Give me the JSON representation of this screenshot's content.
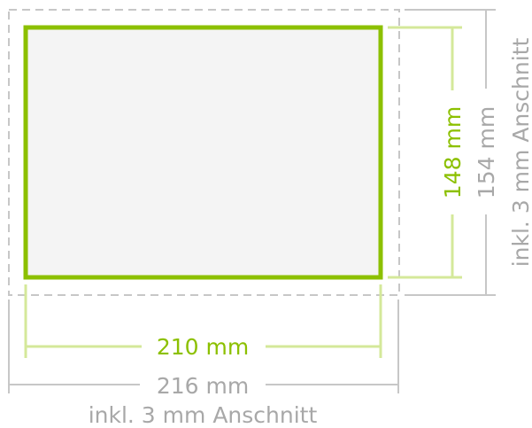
{
  "colors": {
    "trim_green": "#8cc000",
    "trim_green_light": "#d4e89a",
    "bleed_grey": "#c7c7c7",
    "label_grey": "#a8a8a8",
    "paper_fill": "#f4f4f4"
  },
  "trim": {
    "width_label": "210 mm",
    "height_label": "148 mm"
  },
  "bleed": {
    "width_label": "216 mm",
    "height_label": "154 mm",
    "note": "inkl. 3 mm Anschnitt"
  }
}
